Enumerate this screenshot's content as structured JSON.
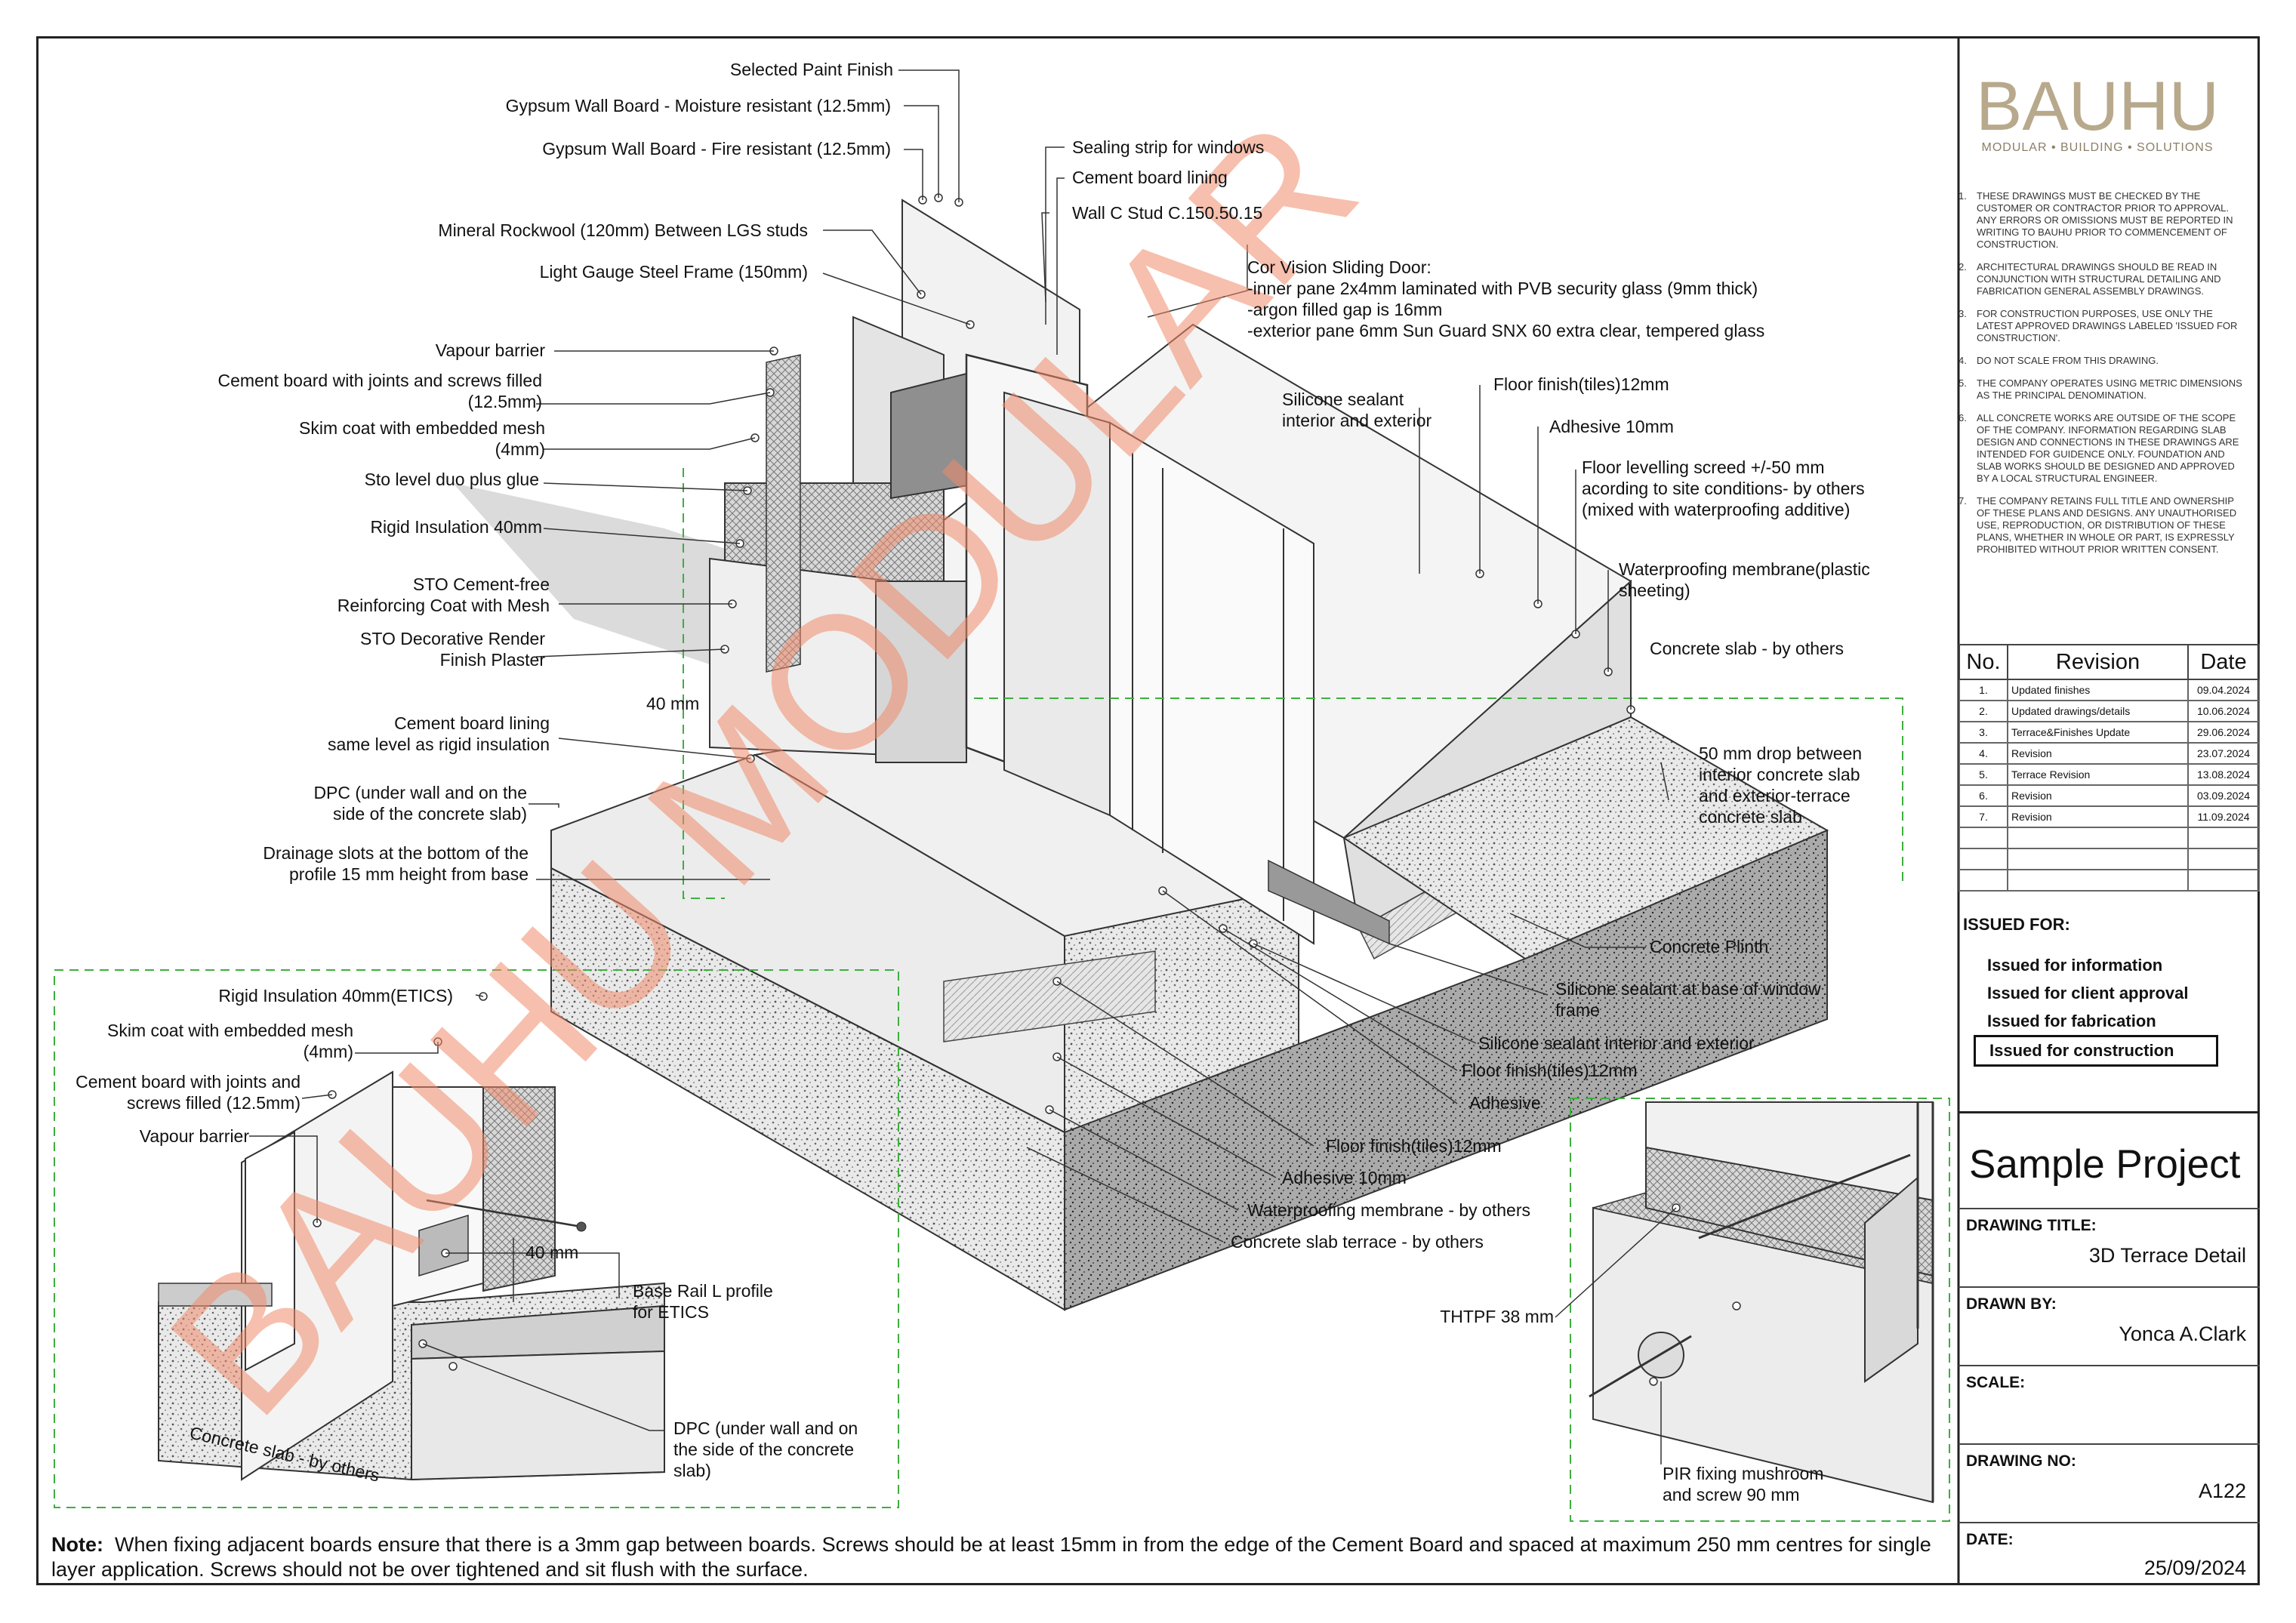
{
  "logo": {
    "word": "BAUHU",
    "tagline": "MODULAR • BUILDING • SOLUTIONS"
  },
  "watermark": "BAUHU MODULAR",
  "general_notes": [
    {
      "num": "1.",
      "text": "THESE DRAWINGS MUST BE CHECKED BY THE CUSTOMER OR CONTRACTOR PRIOR TO APPROVAL. ANY ERRORS OR OMISSIONS MUST BE REPORTED IN WRITING TO BAUHU PRIOR TO COMMENCEMENT OF CONSTRUCTION."
    },
    {
      "num": "2.",
      "text": "ARCHITECTURAL DRAWINGS SHOULD BE READ IN CONJUNCTION WITH STRUCTURAL DETAILING AND FABRICATION GENERAL ASSEMBLY DRAWINGS."
    },
    {
      "num": "3.",
      "text": "FOR CONSTRUCTION PURPOSES, USE ONLY THE LATEST APPROVED DRAWINGS LABELED 'ISSUED FOR CONSTRUCTION'."
    },
    {
      "num": "4.",
      "text": "DO NOT SCALE FROM THIS DRAWING."
    },
    {
      "num": "5.",
      "text": "THE COMPANY OPERATES USING METRIC DIMENSIONS AS THE PRINCIPAL DENOMINATION."
    },
    {
      "num": "6.",
      "text": "ALL CONCRETE WORKS ARE OUTSIDE OF THE SCOPE OF THE COMPANY. INFORMATION REGARDING SLAB DESIGN AND CONNECTIONS IN THESE DRAWINGS ARE INTENDED FOR GUIDENCE ONLY. FOUNDATION AND SLAB WORKS SHOULD BE DESIGNED AND APPROVED BY A LOCAL STRUCTURAL ENGINEER."
    },
    {
      "num": "7.",
      "text": "THE COMPANY RETAINS FULL TITLE AND OWNERSHIP OF THESE PLANS AND DESIGNS. ANY UNAUTHORISED USE, REPRODUCTION, OR DISTRIBUTION OF THESE PLANS, WHETHER IN WHOLE OR PART, IS EXPRESSLY PROHIBITED WITHOUT PRIOR WRITTEN CONSENT."
    }
  ],
  "revision_table": {
    "headers": [
      "No.",
      "Revision",
      "Date"
    ],
    "rows": [
      [
        "1.",
        "Updated finishes",
        "09.04.2024"
      ],
      [
        "2.",
        "Updated drawings/details",
        "10.06.2024"
      ],
      [
        "3.",
        "Terrace&Finishes Update",
        "29.06.2024"
      ],
      [
        "4.",
        "Revision",
        "23.07.2024"
      ],
      [
        "5.",
        "Terrace Revision",
        "13.08.2024"
      ],
      [
        "6.",
        "Revision",
        "03.09.2024"
      ],
      [
        "7.",
        "Revision",
        "11.09.2024"
      ],
      [
        "",
        "",
        ""
      ],
      [
        "",
        "",
        ""
      ],
      [
        "",
        "",
        ""
      ]
    ]
  },
  "issued_for": {
    "title": "ISSUED FOR:",
    "items": [
      "Issued for information",
      "Issued for client approval",
      "Issued for fabrication",
      "Issued for construction"
    ],
    "selected": "Issued for construction"
  },
  "title_block": {
    "project": "Sample Project",
    "drawing_title_label": "DRAWING TITLE:",
    "drawing_title": "3D Terrace Detail",
    "drawn_by_label": "DRAWN BY:",
    "drawn_by": "Yonca A.Clark",
    "scale_label": "SCALE:",
    "scale": "",
    "drawing_no_label": "DRAWING NO:",
    "drawing_no": "A122",
    "date_label": "DATE:",
    "date": "25/09/2024"
  },
  "footer_note": {
    "label": "Note:",
    "text": "When fixing adjacent boards ensure that there is a 3mm gap between boards. Screws should be at least 15mm in from the edge of the Cement Board and spaced at maximum 250 mm centres for single layer application. Screws should not be over tightened and sit flush with the surface."
  },
  "labels": {
    "paint": "Selected Paint Finish",
    "gwb_moisture": "Gypsum Wall Board - Moisture resistant (12.5mm)",
    "gwb_fire": "Gypsum Wall Board - Fire resistant (12.5mm)",
    "rockwool": "Mineral Rockwool (120mm) Between LGS studs",
    "lgs": "Light Gauge Steel Frame (150mm)",
    "vapour1": "Vapour barrier",
    "cement_board_1": "Cement board with joints and screws filled",
    "cement_board_2": "(12.5mm)",
    "skim_1": "Skim coat with embedded mesh",
    "skim_2": "(4mm)",
    "sto_glue": "Sto level duo plus glue",
    "rigid40": "Rigid Insulation 40mm",
    "sto_cf_1": "STO Cement-free",
    "sto_cf_2": "Reinforcing Coat with Mesh",
    "sto_render_1": "STO Decorative Render",
    "sto_render_2": "Finish Plaster",
    "dim40": "40 mm",
    "cb_lining_1": "Cement board lining",
    "cb_lining_2": "same level as rigid insulation",
    "dpc_1": "DPC (under wall and on the",
    "dpc_2": "side of the concrete slab)",
    "drain_1": "Drainage slots at the bottom of the",
    "drain_2": "profile 15 mm height from base",
    "sealing_strip": "Sealing strip for windows",
    "cb_lining_top": "Cement board lining",
    "wall_stud": "Wall C Stud C.150.50.15",
    "door_1": "Cor Vision Sliding Door:",
    "door_2": "-inner pane 2x4mm laminated with PVB security glass (9mm thick)",
    "door_3": "-argon filled gap is 16mm",
    "door_4": "-exterior pane 6mm Sun Guard SNX 60 extra clear, tempered glass",
    "silicone_1": "Silicone sealant",
    "silicone_2": "interior and exterior",
    "floor_tiles": "Floor finish(tiles)12mm",
    "adhesive10": "Adhesive 10mm",
    "screed_1": "Floor levelling screed +/-50 mm",
    "screed_2": "acording to site conditions- by others",
    "screed_3": "(mixed with waterproofing additive)",
    "wp_membrane_1": "Waterproofing membrane(plastic",
    "wp_membrane_2": "sheeting)",
    "slab": "Concrete slab - by others",
    "drop_1": "50 mm drop between",
    "drop_2": "interior concrete slab",
    "drop_3": "and exterior-terrace",
    "drop_4": "concrete slab",
    "plinth": "Concrete Plinth",
    "sil_base_1": "Silicone sealant at base of  window",
    "sil_base_2": "frame",
    "sil_int_ext": "Silicone sealant interior and exterior",
    "floor_tiles_2": "Floor finish(tiles)12mm",
    "adhesive": "Adhesive",
    "floor_tiles_3": "Floor finish(tiles)12mm",
    "adhesive10_b": "Adhesive 10mm",
    "wp_by_others": "Waterproofing membrane - by others",
    "terrace_slab": "Concrete slab terrace - by others",
    "d_rigid": "Rigid Insulation 40mm(ETICS)",
    "d_skim_1": "Skim coat with embedded mesh",
    "d_skim_2": "(4mm)",
    "d_cb_1": "Cement board with joints and",
    "d_cb_2": "screws filled (12.5mm)",
    "d_vapour": "Vapour barrier",
    "d_40": "40 mm",
    "d_base_rail_1": "Base Rail L profile",
    "d_base_rail_2": "for ETICS",
    "d_dpc_1": "DPC (under wall and on",
    "d_dpc_2": "the side of the concrete",
    "d_dpc_3": "slab)",
    "d_slab": "Concrete slab - by others",
    "thtpf": "THTPF 38 mm",
    "pir_1": "PIR fixing mushroom",
    "pir_2": "and screw 90 mm"
  }
}
